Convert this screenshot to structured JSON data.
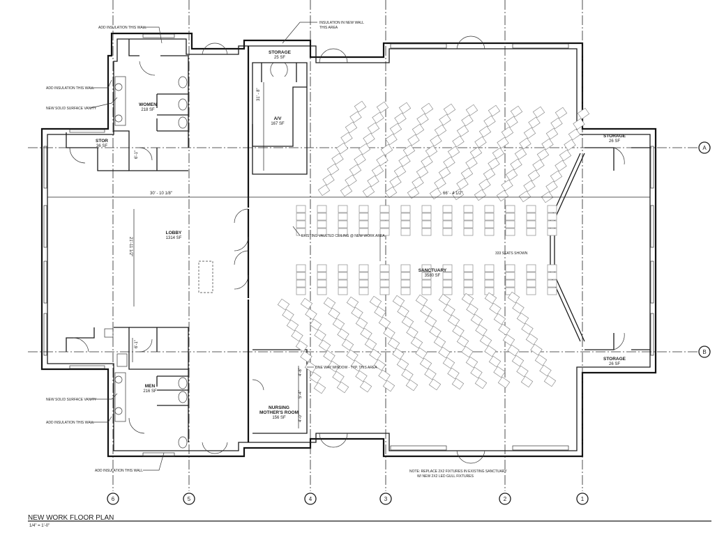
{
  "title": "NEW WORK FLOOR PLAN",
  "scale": "1/4\" = 1'-0\"",
  "grid_columns": [
    "6",
    "5",
    "4",
    "3",
    "2",
    "1"
  ],
  "grid_rows": [
    "A",
    "B"
  ],
  "rooms": {
    "women": {
      "name": "WOMEN",
      "area": "218 SF"
    },
    "stor": {
      "name": "STOR",
      "area": "36 SF"
    },
    "storage_top": {
      "name": "STORAGE",
      "area": "25 SF"
    },
    "av": {
      "name": "A/V",
      "area": "167 SF"
    },
    "lobby": {
      "name": "LOBBY",
      "area": "1314 SF"
    },
    "men": {
      "name": "MEN",
      "area": "216 SF"
    },
    "nursing": {
      "name1": "NURSING",
      "name2": "MOTHER'S ROOM",
      "area": "156 SF"
    },
    "sanctuary": {
      "name": "SANCTUARY",
      "area": "3580 SF"
    },
    "storage_a": {
      "name": "STORAGE",
      "area": "26 SF"
    },
    "storage_b": {
      "name": "STORAGE",
      "area": "26 SF"
    }
  },
  "annotations": {
    "insul_top": "ADD INSULATION THIS WALL",
    "insul_new_1": "INSULATION IN NEW WALL",
    "insul_new_2": "THIS AREA",
    "insul_women": "ADD INSULATION THIS WALL",
    "vanity_women": "NEW SOLID SURFACE VANITY",
    "vanity_men": "NEW SOLID SURFACE VANITY",
    "insul_men": "ADD INSULATION THIS WALL",
    "insul_bottom": "ADD INSULATION THIS WALL",
    "vaulted": "EXISTING VAULTED CEILING @ NEW WORK AREA",
    "seats": "333 SEATS SHOWN",
    "window": "ONE WAY WINDOW - TYP. THIS AREA",
    "note1": "NOTE: REPLACE 2X2 FIXTURES IN EXISTING SANCTUARY",
    "note2": "W/ NEW 2X2 LED GULL FIXTURES"
  },
  "dimensions": {
    "left_width": "30' - 10 1/8\"",
    "right_width": "66' - 4 1/2\"",
    "lobby_height": "21'-11 1/2\"",
    "av_height": "31' - 8\"",
    "stor_dim": "6'-1\"",
    "men_dim": "6'-1\"",
    "nursing_d1": "4'-8\"",
    "nursing_d2": "5'-4\"",
    "nursing_d3": "4'-0\""
  }
}
